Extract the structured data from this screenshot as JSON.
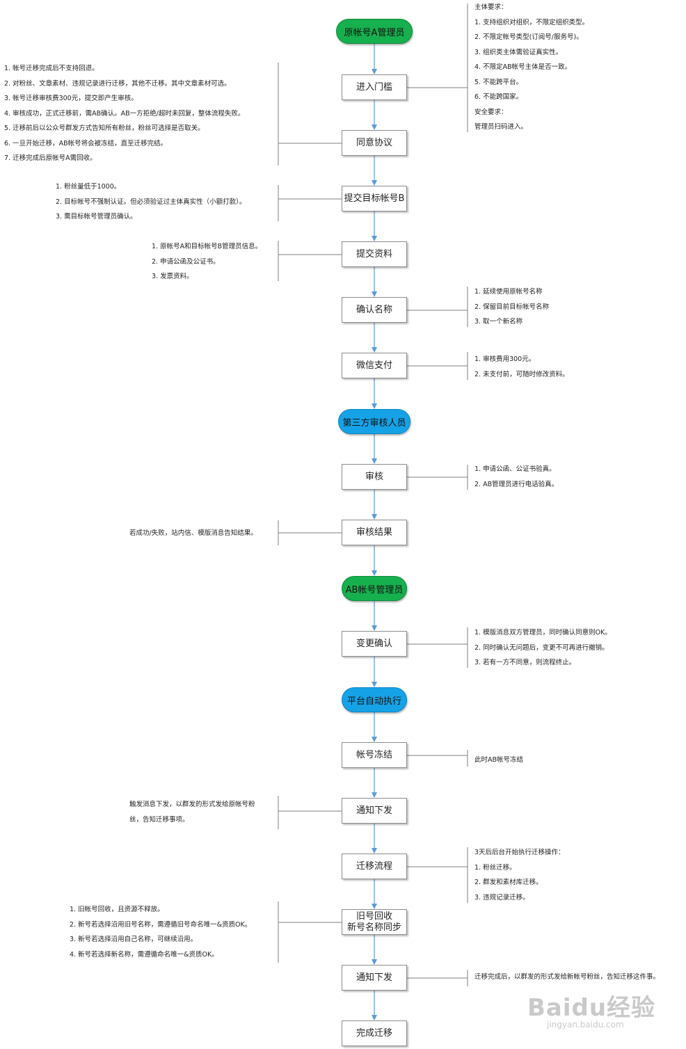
{
  "start_node": "原帐号A管理员",
  "steps": {
    "s1": "进入门槛",
    "s2": "同意协议",
    "s3": "提交目标帐号B",
    "s4": "提交资料",
    "s5": "确认名称",
    "s6": "微信支付",
    "s7": "审核",
    "s8": "审核结果",
    "s9": "变更确认",
    "s10": "帐号冻结",
    "s11": "通知下发",
    "s12": "迁移流程",
    "s13_line1": "旧号回收",
    "s13_line2": "新号名称同步",
    "s14": "通知下发",
    "s15": "完成迁移"
  },
  "roles": {
    "third_party": "第三方审核人员",
    "ab_admin": "AB帐号管理员",
    "platform": "平台自动执行"
  },
  "notes": {
    "entry": [
      "主体要求：",
      "1. 支持组织对组织，不限定组织类型。",
      "2. 不限定帐号类型(订阅号/服务号)。",
      "3. 组织类主体需验证真实性。",
      "4. 不限定AB帐号主体是否一致。",
      "5. 不能跨平台。",
      "6. 不能跨国家。",
      "安全要求：",
      "管理员扫码进入。"
    ],
    "agreement": [
      "1. 帐号迁移完成后不支持回退。",
      "2. 对粉丝、文章素材、违规记录进行迁移，其他不迁移。其中文章素材可选。",
      "3. 帐号迁移审核费300元，提交即产生审核。",
      "4. 审核成功，正式迁移前，需AB确认。AB一方拒绝/超时未回复，整体流程失败。",
      "5. 迁移前后以公众号群发方式告知所有粉丝，粉丝可选择是否取关。",
      "6. 一旦开始迁移，AB帐号将会被冻结，直至迁移完结。",
      "7. 迁移完成后原帐号A需回收。"
    ],
    "target": [
      "1. 粉丝量低于1000。",
      "2. 目标帐号不强制认证。但必须验证过主体真实性（小额打款）。",
      "3. 需目标帐号管理员确认。"
    ],
    "materials": [
      "1. 原帐号A和目标帐号B管理员信息。",
      "2. 申请公函及公证书。",
      "3. 发票资料。"
    ],
    "naming": [
      "1. 延续使用原帐号名称",
      "2. 保留目前目标帐号名称",
      "3. 取一个新名称"
    ],
    "payment": [
      "1. 审核费用300元。",
      "2. 未支付前，可随时修改资料。"
    ],
    "review": [
      "1. 申请公函、公证书验真。",
      "2. AB管理员进行电话验真。"
    ],
    "result": [
      "若成功/失败，站内信、模版消息告知结果。"
    ],
    "confirm": [
      "1. 模版消息双方管理员，同时确认同意则OK。",
      "2. 同时确认无问题后，变更不可再进行撤销。",
      "3. 若有一方不同意，则流程终止。"
    ],
    "freeze": [
      "此时AB帐号冻结"
    ],
    "notify1": [
      "触发消息下发，以群发的形式发给原帐号粉",
      "丝，告知迁移事项。"
    ],
    "migrate": [
      "3天后后台开始执行迁移操作：",
      "1. 粉丝迁移。",
      "2. 群发和素材库迁移。",
      "3. 违规记录迁移。"
    ],
    "recycle": [
      "1. 旧帐号回收，且资源不释放。",
      "2. 新号若选择沿用旧号名称，需遵循旧号命名唯一&资质OK。",
      "3. 新号若选择沿用自己名称，可继续沿用。",
      "4. 新号若选择新名称，需遵循命名唯一&资质OK。"
    ],
    "notify2": [
      "迁移完成后，以群发的形式发给新帐号粉丝，告知迁移这件事。"
    ]
  },
  "watermark": {
    "brand": "Baidu经验",
    "url": "jingyan.baidu.com"
  },
  "colors": {
    "green": "#16b04e",
    "blue": "#16a2e6",
    "arrow": "#5b9bd5",
    "line": "#7f7f7f"
  }
}
